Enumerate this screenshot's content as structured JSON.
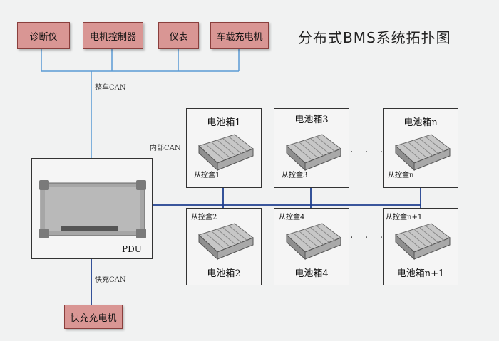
{
  "title": "分布式BMS系统拓扑图",
  "top_devices": [
    "诊断仪",
    "电机控制器",
    "仪表",
    "车载充电机"
  ],
  "bus_labels": {
    "vehicle_can": "整车CAN",
    "internal_can": "内部CAN",
    "fast_charge_can": "快充CAN"
  },
  "pdu_label": "PDU",
  "fast_charger": "快充充电机",
  "battery_boxes": [
    {
      "name": "电池箱1",
      "slave": "从控盒1"
    },
    {
      "name": "电池箱3",
      "slave": "从控盒3"
    },
    {
      "name": "电池箱n",
      "slave": "从控盒n"
    },
    {
      "name": "电池箱2",
      "slave": "从控盒2"
    },
    {
      "name": "电池箱4",
      "slave": "从控盒4"
    },
    {
      "name": "电池箱n+1",
      "slave": "从控盒n+1"
    }
  ],
  "colors": {
    "device_fill": "#d99694",
    "device_border": "#8a3f3d",
    "bus_line": "#1f3f8f",
    "top_bus": "#5b9bd5"
  }
}
